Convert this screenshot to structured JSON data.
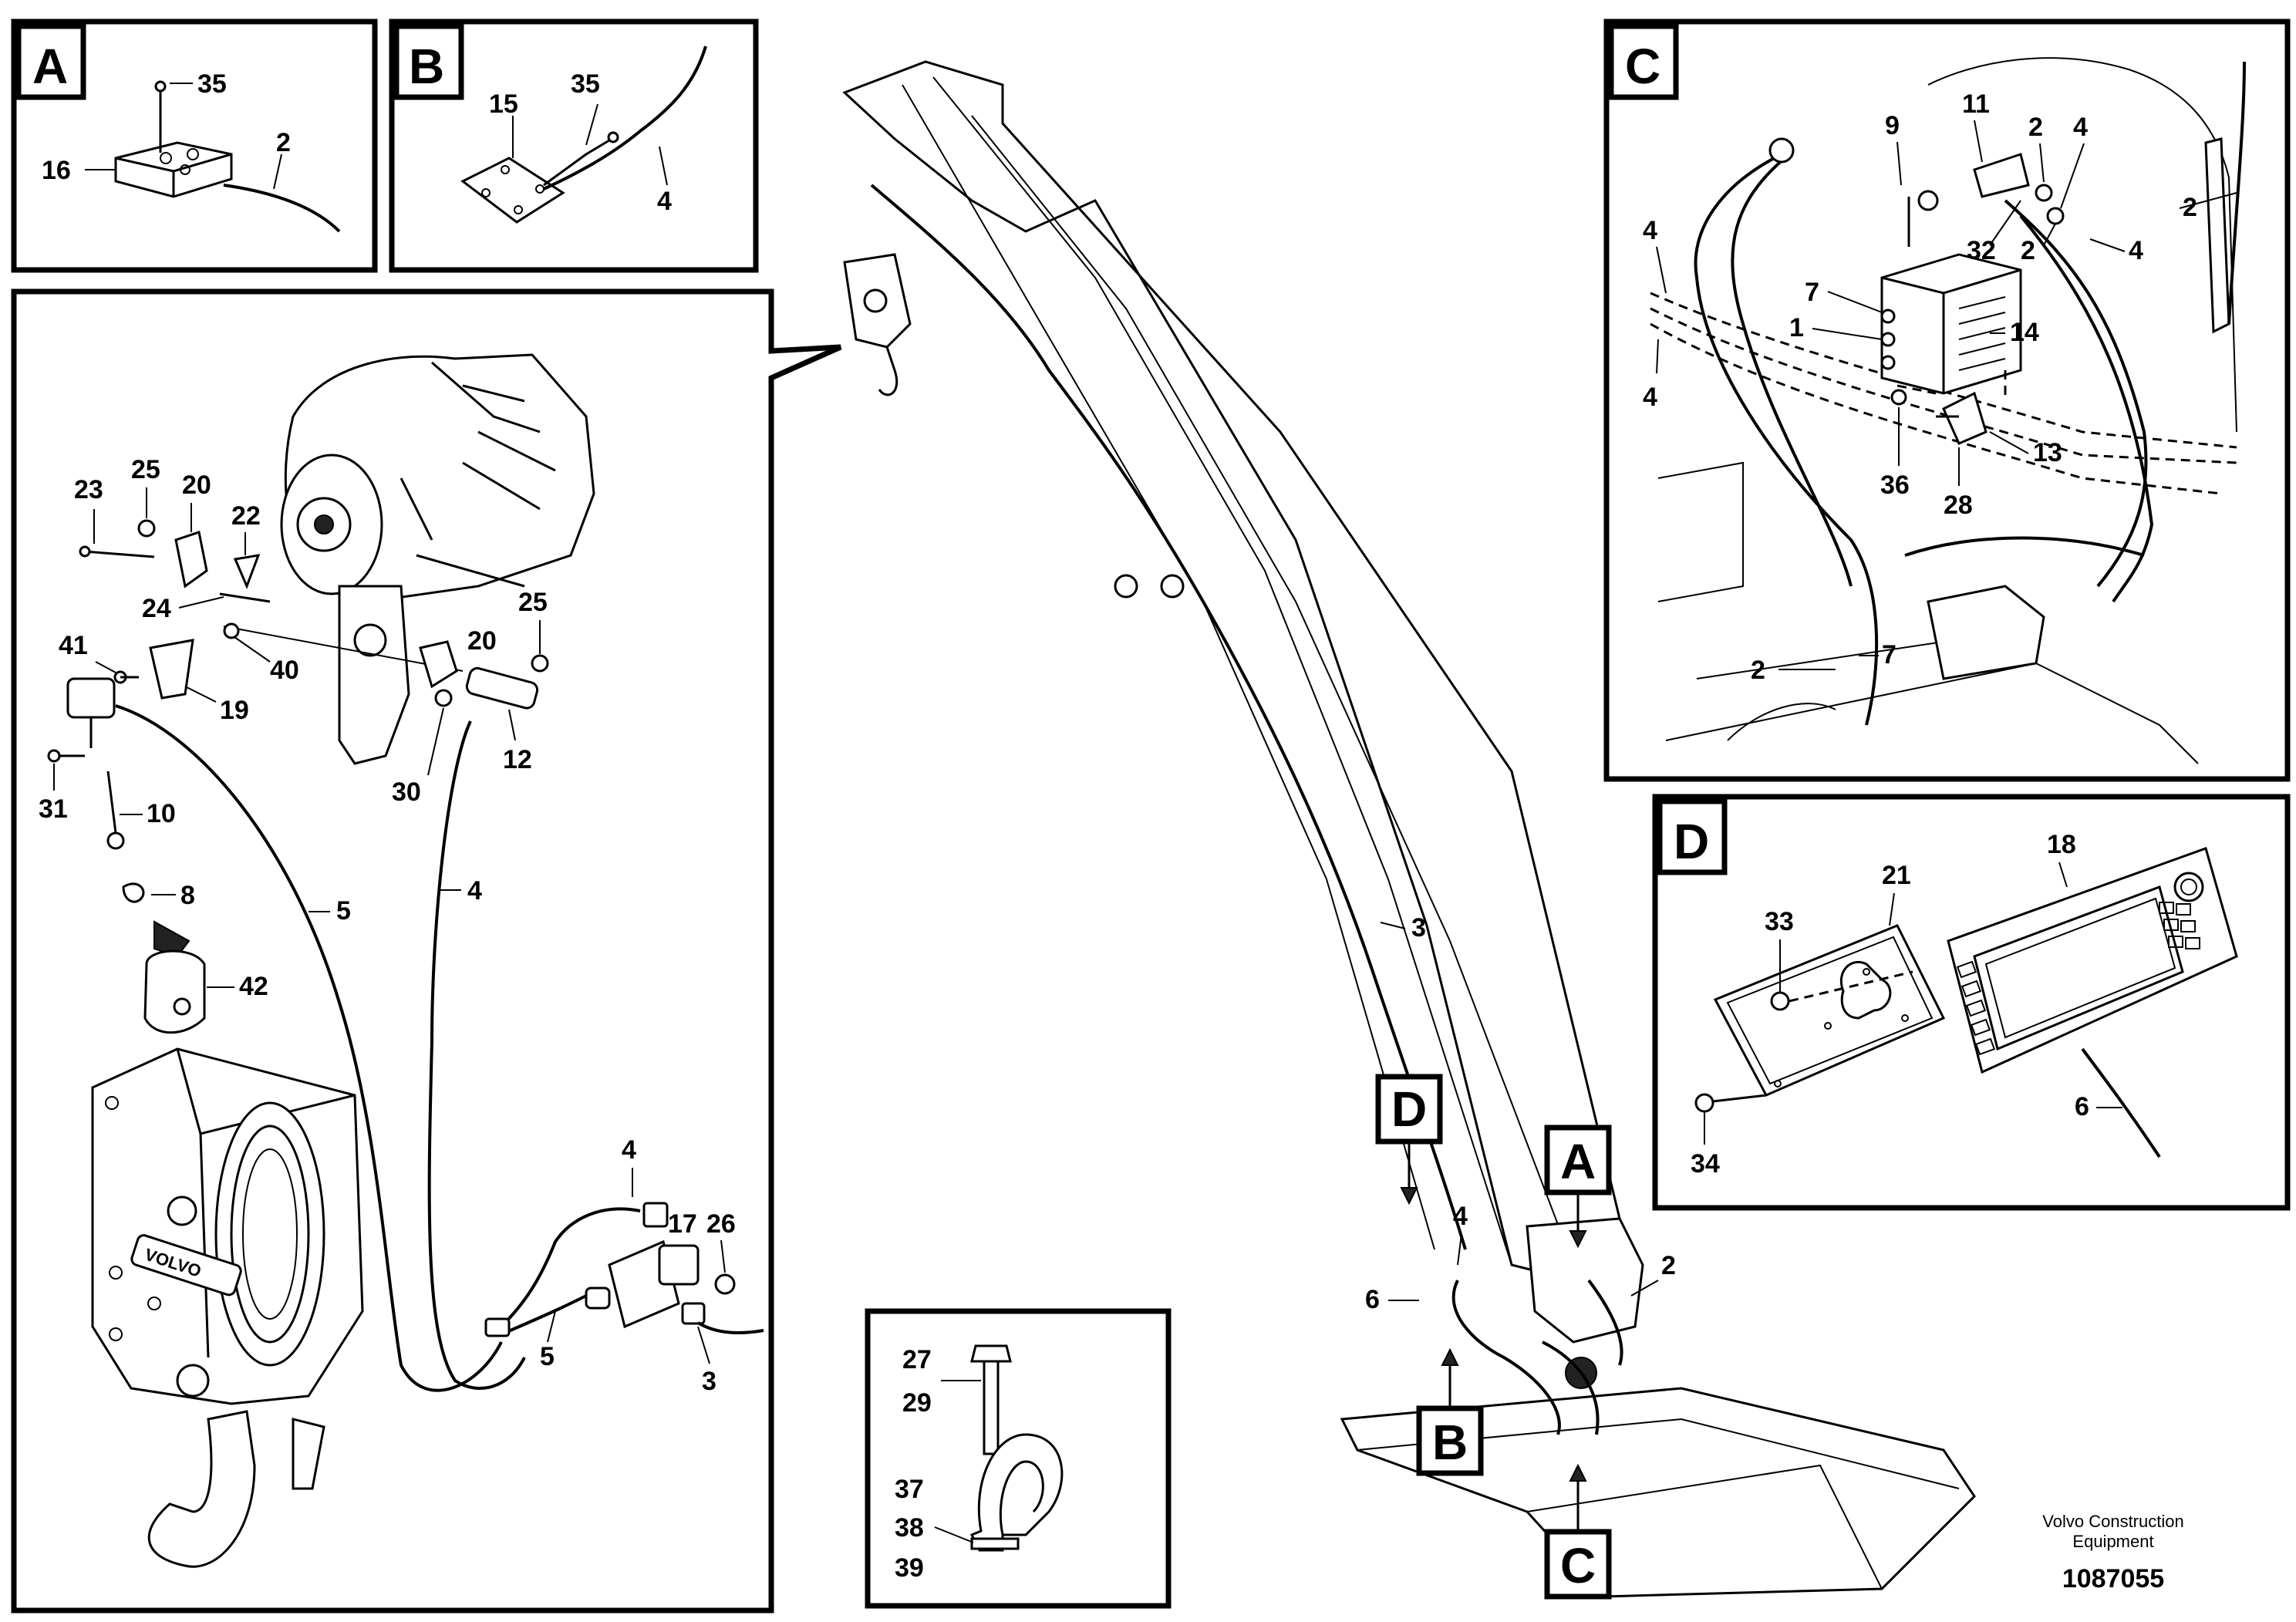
{
  "detail_boxes": {
    "A": "A",
    "B": "B",
    "C": "C",
    "D": "D"
  },
  "callouts": {
    "A": [
      "35",
      "2",
      "16"
    ],
    "B": [
      "15",
      "35",
      "4"
    ],
    "main": [
      "23",
      "25",
      "20",
      "22",
      "24",
      "40",
      "41",
      "19",
      "20",
      "25",
      "12",
      "30",
      "31",
      "10",
      "8",
      "42",
      "5",
      "4",
      "4",
      "17",
      "26",
      "5",
      "3"
    ],
    "boom": [
      "3",
      "4",
      "6",
      "2"
    ],
    "C": [
      "9",
      "11",
      "2",
      "4",
      "4",
      "2",
      "32",
      "2",
      "4",
      "7",
      "1",
      "14",
      "4",
      "36",
      "28",
      "13",
      "2",
      "7"
    ],
    "D": [
      "18",
      "21",
      "33",
      "34",
      "6"
    ],
    "clamp": [
      "27",
      "29",
      "37",
      "38",
      "39"
    ]
  },
  "hook_brand": "VOLVO",
  "footer": {
    "company_line1": "Volvo Construction",
    "company_line2": "Equipment",
    "drawing_number": "1087055"
  }
}
